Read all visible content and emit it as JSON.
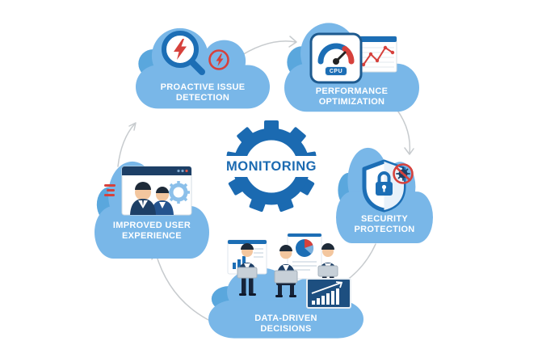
{
  "diagram": {
    "title": "MONITORING",
    "center": {
      "label": "MONITORING",
      "icon": "gear-icon"
    }
  },
  "colors": {
    "cloud_blue": "#79b7e8",
    "cloud_accent": "#5aa7dd",
    "primary_blue": "#1c6eb5",
    "navy": "#1d3f66",
    "red": "#d6413c",
    "arrow_gray": "#c7cbce",
    "label_white": "#ffffff"
  },
  "nodes": [
    {
      "id": "proactive-issue-detection",
      "line1": "PROACTIVE ISSUE",
      "line2": "DETECTION",
      "icons": [
        "magnifier-alert-icon",
        "flash-alert-icon"
      ]
    },
    {
      "id": "performance-optimization",
      "line1": "PERFORMANCE",
      "line2": "OPTIMIZATION",
      "icons": [
        "cpu-gauge-icon",
        "line-chart-icon"
      ],
      "gauge_label": "CPU"
    },
    {
      "id": "security-protection",
      "line1": "SECURITY",
      "line2": "PROTECTION",
      "icons": [
        "shield-lock-icon",
        "blocked-virus-icon"
      ]
    },
    {
      "id": "data-driven-decisions",
      "line1": "DATA-DRIVEN",
      "line2": "DECISIONS",
      "icons": [
        "analysts-team-icon",
        "bar-chart-panel-icon",
        "pie-chart-panel-icon",
        "growth-chart-icon"
      ]
    },
    {
      "id": "improved-user-experience",
      "line1": "IMPROVED USER",
      "line2": "EXPERIENCE",
      "icons": [
        "browser-users-icon",
        "settings-gear-icon",
        "speed-lines-icon"
      ]
    }
  ]
}
